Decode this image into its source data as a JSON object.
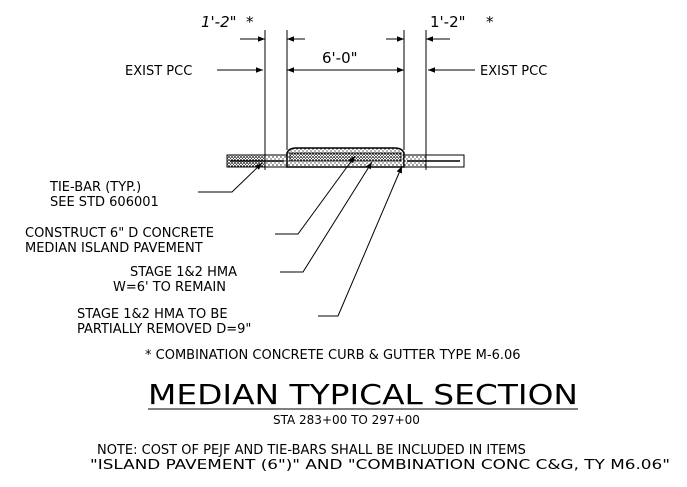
{
  "dimensions": {
    "left_curb": "1'-2\"",
    "left_curb_mark": "*",
    "median_width": "6'-0\"",
    "right_curb": "1'-2\"",
    "right_curb_mark": "*"
  },
  "labels": {
    "exist_pcc_left": "EXIST PCC",
    "exist_pcc_right": "EXIST PCC",
    "tie_bar_line1": "TIE-BAR (TYP.)",
    "tie_bar_line2": "SEE STD 606001",
    "construct_line1": "CONSTRUCT 6\" D CONCRETE",
    "construct_line2": "MEDIAN ISLAND PAVEMENT",
    "hma_remain_line1": "STAGE 1&2 HMA",
    "hma_remain_line2": "W=6' TO REMAIN",
    "hma_removed_line1": "STAGE 1&2 HMA TO BE",
    "hma_removed_line2": "PARTIALLY REMOVED D=9\""
  },
  "footnote": "* COMBINATION CONCRETE CURB & GUTTER TYPE M-6.06",
  "title": "MEDIAN TYPICAL SECTION",
  "station": "STA 283+00 TO 297+00",
  "note_line1": "NOTE: COST OF PEJF AND TIE-BARS SHALL BE INCLUDED IN ITEMS",
  "note_line2": "\"ISLAND PAVEMENT (6\")\" AND \"COMBINATION CONC C&G, TY M6.06\""
}
